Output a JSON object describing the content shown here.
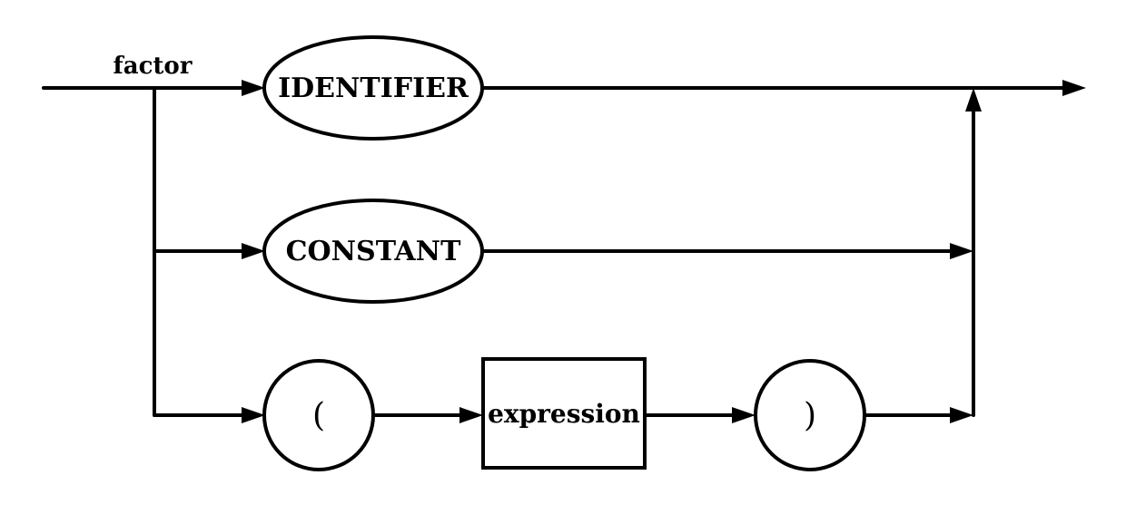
{
  "diagram": {
    "name": "factor",
    "nodes": {
      "identifier": {
        "label": "IDENTIFIER",
        "kind": "terminal"
      },
      "constant": {
        "label": "CONSTANT",
        "kind": "terminal"
      },
      "open_paren": {
        "label": "(",
        "kind": "terminal"
      },
      "expression": {
        "label": "expression",
        "kind": "nonterminal"
      },
      "close_paren": {
        "label": ")",
        "kind": "terminal"
      }
    }
  }
}
